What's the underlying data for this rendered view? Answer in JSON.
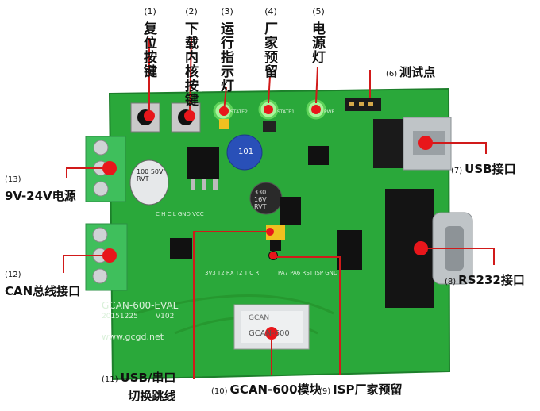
{
  "labels": {
    "l1": {
      "num": "(1)",
      "text": "复位按键"
    },
    "l2": {
      "num": "(2)",
      "text": "下载内核按键"
    },
    "l3": {
      "num": "(3)",
      "text": "运行指示灯"
    },
    "l4": {
      "num": "(4)",
      "text": "厂家预留"
    },
    "l5": {
      "num": "(5)",
      "text": "电源灯"
    },
    "l6": {
      "num": "(6)",
      "text": "测试点"
    },
    "l7": {
      "num": "(7)",
      "text": "USB接口"
    },
    "l8": {
      "num": "(8)",
      "text": "RS232接口"
    },
    "l9": {
      "num": "(9)",
      "text": "ISP厂家预留"
    },
    "l10": {
      "num": "(10)",
      "text": "GCAN-600模块"
    },
    "l11": {
      "num": "(11)",
      "text": "USB/串口",
      "text2": "切换跳线"
    },
    "l12": {
      "num": "(12)",
      "text": "CAN总线接口"
    },
    "l13": {
      "num": "(13)",
      "text": "9V-24V电源"
    }
  },
  "board": {
    "model": "GCAN-600-EVAL",
    "date": "20151225",
    "version": "V102",
    "website": "www.gcgd.net",
    "module_label": "GCAN-600",
    "module_brand": "GCAN",
    "cap_large": "100 50V RVT",
    "cap_small": "330 16V RVT",
    "inductor": "101",
    "header_top": "C H C L GND VCC",
    "header_mid": "3V3 T2 RX T2 T C R",
    "header_right": "PA7 PA6 RST ISP GND",
    "silk_led1": "STATE2",
    "silk_led2": "STATE1",
    "silk_led3": "PWR"
  },
  "colors": {
    "pcb": "#2aa83a",
    "pcb_dark": "#1f8a2e",
    "callout_line": "#d11a1a",
    "callout_dot": "#e8161b",
    "terminal": "#3fbf5c",
    "connector": "#1a1a1a"
  }
}
